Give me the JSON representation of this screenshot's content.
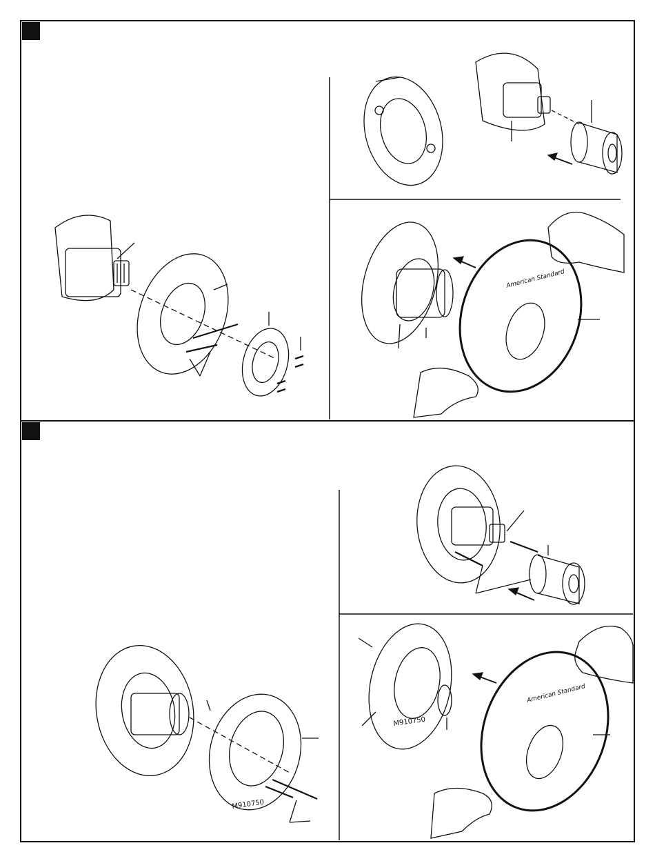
{
  "sections": [
    {
      "id": "step-1",
      "marker_color": "#111111"
    },
    {
      "id": "step-2",
      "marker_color": "#111111"
    }
  ],
  "panels": {
    "top_right_upper": {
      "description_text": ""
    },
    "top_right_lower": {
      "brand_text": "American Standard"
    },
    "bottom_left": {
      "part_label": "M910750"
    },
    "bottom_right_lower": {
      "part_label": "M910750",
      "brand_text": "American Standard"
    }
  },
  "colors": {
    "line": "#111111",
    "paper": "#ffffff"
  }
}
